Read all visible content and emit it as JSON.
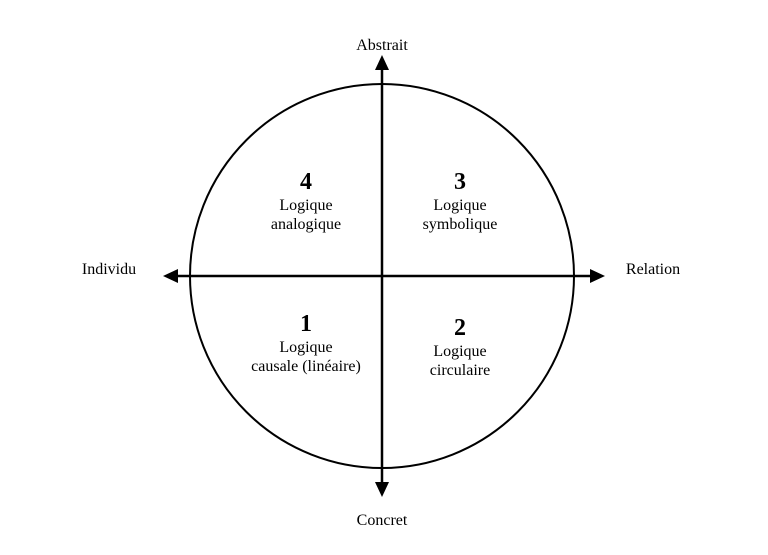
{
  "axes": {
    "top": "Abstrait",
    "bottom": "Concret",
    "left": "Individu",
    "right": "Relation"
  },
  "quadrants": [
    {
      "number": "4",
      "line1": "Logique",
      "line2": "analogique"
    },
    {
      "number": "3",
      "line1": "Logique",
      "line2": "symbolique"
    },
    {
      "number": "1",
      "line1": "Logique",
      "line2": "causale (linéaire)"
    },
    {
      "number": "2",
      "line1": "Logique",
      "line2": "circulaire"
    }
  ],
  "colors": {
    "stroke": "#000000",
    "background": "#ffffff"
  }
}
